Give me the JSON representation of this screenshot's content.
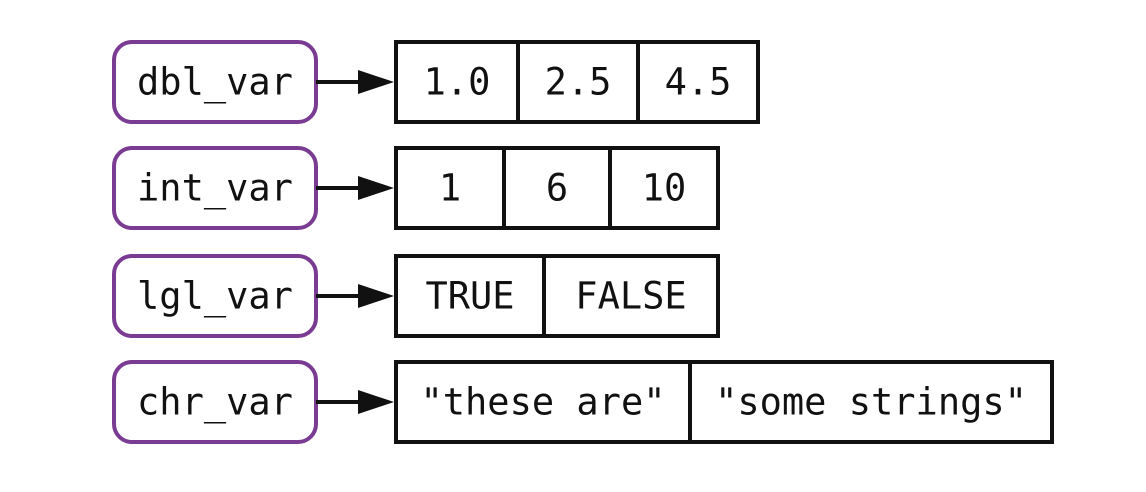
{
  "rows": [
    {
      "name": "dbl_var",
      "values": [
        "1.0",
        "2.5",
        "4.5"
      ]
    },
    {
      "name": "int_var",
      "values": [
        "1",
        "6",
        "10"
      ]
    },
    {
      "name": "lgl_var",
      "values": [
        "TRUE",
        "FALSE"
      ]
    },
    {
      "name": "chr_var",
      "values": [
        "\"these are\"",
        "\"some strings\""
      ]
    }
  ],
  "colors": {
    "name_border": "#7a3c92",
    "stroke": "#111111"
  }
}
